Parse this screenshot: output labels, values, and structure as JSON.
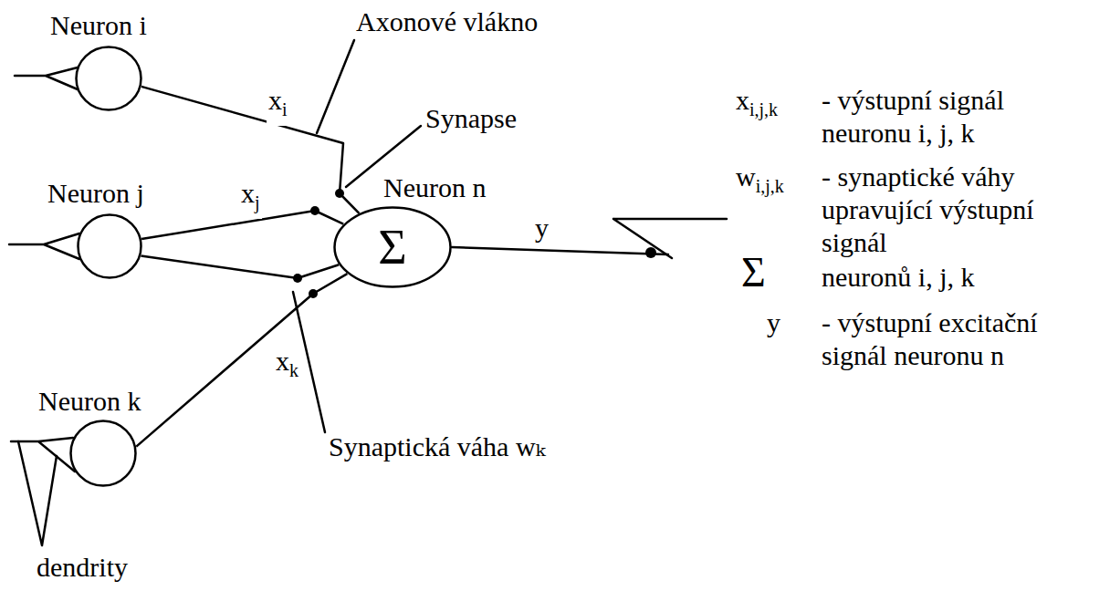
{
  "diagram": {
    "nodes": [
      {
        "text": [
          "Neuron i"
        ]
      },
      {
        "text": [
          "Neuron j"
        ]
      },
      {
        "text": [
          "Neuron k"
        ]
      },
      {
        "text": [
          "Neuron n",
          "Σ"
        ]
      }
    ],
    "edges": [
      {
        "from": 0,
        "to": 3,
        "label": "xi",
        "arrow": "none"
      },
      {
        "from": 1,
        "to": 3,
        "label": "xj",
        "arrow": "none"
      },
      {
        "from": 1,
        "to": 3,
        "arrow": "none"
      },
      {
        "from": 2,
        "to": 3,
        "label": "xk",
        "arrow": "none"
      }
    ],
    "labels": [
      "Axonové vlákno",
      "Synapse",
      "y",
      "Synaptická váha wₖ",
      "dendrity",
      "xi,j,k",
      "- výstupní signál neuronu i, j, k",
      "wi,j,k",
      "- synaptické váhy upravující výstupní signál",
      "Σ",
      "neuronů i, j, k",
      "y",
      "- výstupní excitační signál neuronu n"
    ]
  }
}
